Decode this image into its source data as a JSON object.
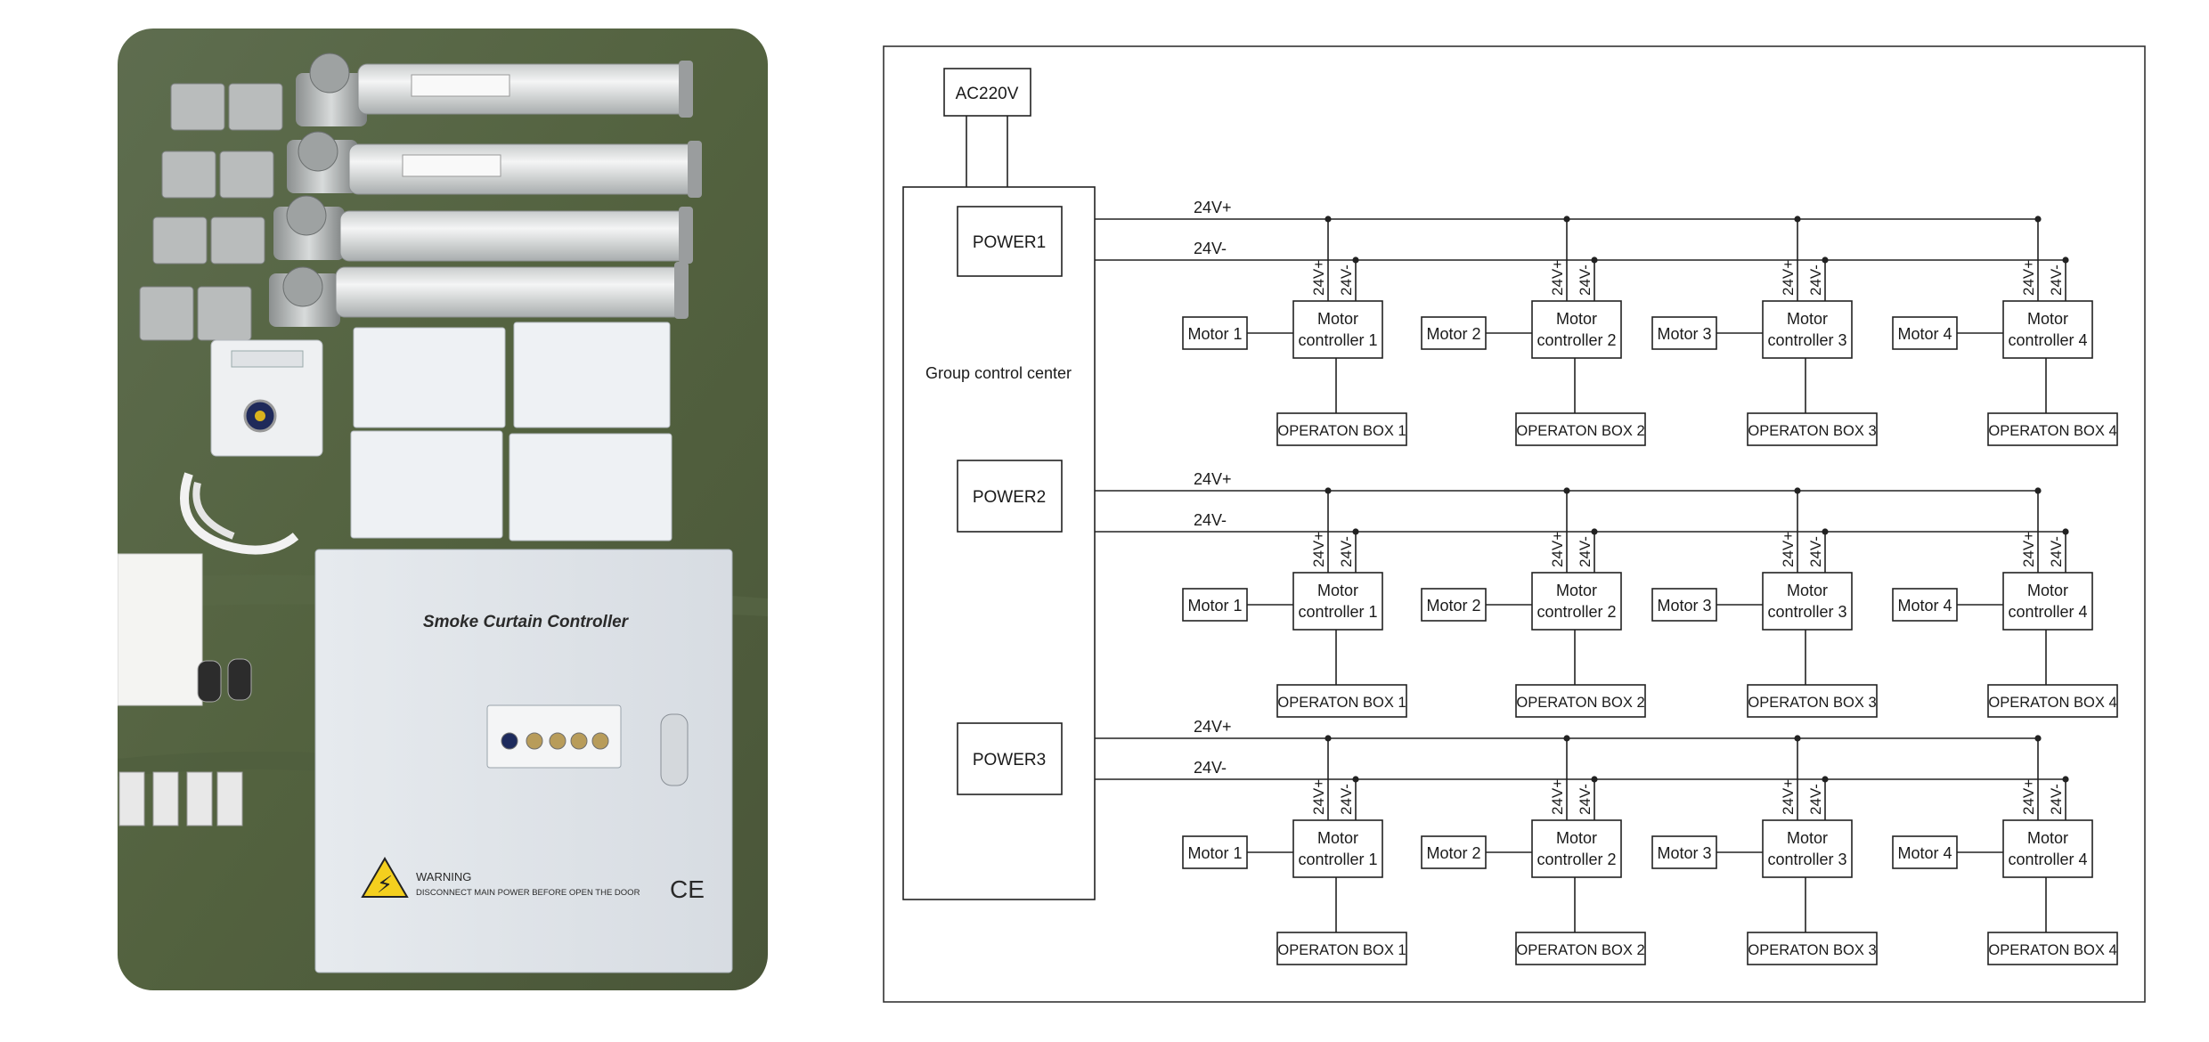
{
  "photo": {
    "controller_title": "Smoke Curtain Controller",
    "warning_title": "WARNING",
    "warning_text": "DISCONNECT MAIN POWER BEFORE OPEN THE DOOR",
    "ce_mark": "CE"
  },
  "diagram": {
    "supply_label": "AC220V",
    "group_label": "Group control center",
    "plus_label": "24V+",
    "minus_label": "24V-",
    "groups": [
      {
        "power_label": "POWER1",
        "motors": [
          {
            "motor": "Motor 1",
            "ctrl_line1": "Motor",
            "ctrl_line2": "controller 1",
            "op_box": "OPERATON BOX 1"
          },
          {
            "motor": "Motor 2",
            "ctrl_line1": "Motor",
            "ctrl_line2": "controller 2",
            "op_box": "OPERATON BOX 2"
          },
          {
            "motor": "Motor 3",
            "ctrl_line1": "Motor",
            "ctrl_line2": "controller 3",
            "op_box": "OPERATON BOX 3"
          },
          {
            "motor": "Motor 4",
            "ctrl_line1": "Motor",
            "ctrl_line2": "controller 4",
            "op_box": "OPERATON BOX 4"
          }
        ]
      },
      {
        "power_label": "POWER2",
        "motors": [
          {
            "motor": "Motor 1",
            "ctrl_line1": "Motor",
            "ctrl_line2": "controller 1",
            "op_box": "OPERATON BOX 1"
          },
          {
            "motor": "Motor 2",
            "ctrl_line1": "Motor",
            "ctrl_line2": "controller 2",
            "op_box": "OPERATON BOX 2"
          },
          {
            "motor": "Motor 3",
            "ctrl_line1": "Motor",
            "ctrl_line2": "controller 3",
            "op_box": "OPERATON BOX 3"
          },
          {
            "motor": "Motor 4",
            "ctrl_line1": "Motor",
            "ctrl_line2": "controller 4",
            "op_box": "OPERATON BOX 4"
          }
        ]
      },
      {
        "power_label": "POWER3",
        "motors": [
          {
            "motor": "Motor 1",
            "ctrl_line1": "Motor",
            "ctrl_line2": "controller 1",
            "op_box": "OPERATON BOX 1"
          },
          {
            "motor": "Motor 2",
            "ctrl_line1": "Motor",
            "ctrl_line2": "controller 2",
            "op_box": "OPERATON BOX 2"
          },
          {
            "motor": "Motor 3",
            "ctrl_line1": "Motor",
            "ctrl_line2": "controller 3",
            "op_box": "OPERATON BOX 3"
          },
          {
            "motor": "Motor 4",
            "ctrl_line1": "Motor",
            "ctrl_line2": "controller 4",
            "op_box": "OPERATON BOX 4"
          }
        ]
      }
    ]
  }
}
